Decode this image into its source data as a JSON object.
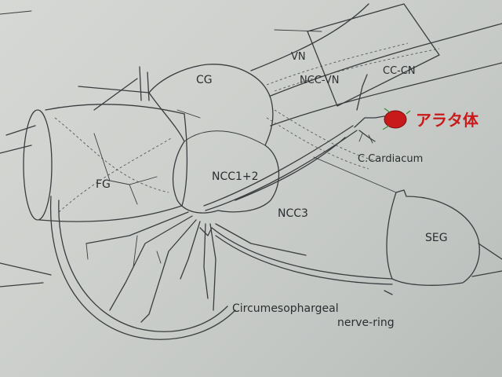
{
  "labels": {
    "cg": "CG",
    "vn": "VN",
    "ncc_vn": "NCC-VN",
    "cc_cn": "CC-CN",
    "corpora_allata": "アラタ体",
    "c_cardiacum": "C.Cardiacum",
    "fg": "FG",
    "ncc12": "NCC1+2",
    "ncc3": "NCC3",
    "seg": "SEG",
    "circum_line1": "Circumesophargeal",
    "circum_line2": "nerve-ring"
  },
  "colors": {
    "ink": "#3a3d3f",
    "highlight": "#c81a1a"
  }
}
